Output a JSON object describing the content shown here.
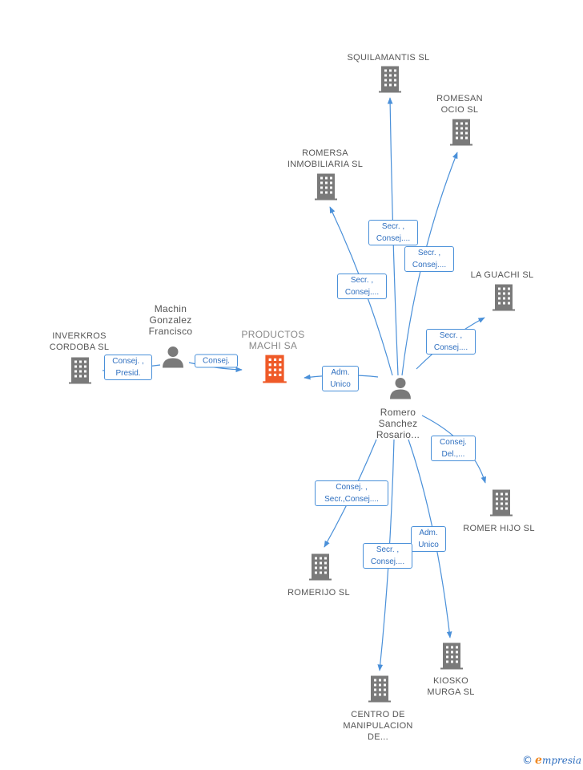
{
  "colors": {
    "building": "#7a7a7a",
    "main": "#ef5a28",
    "person": "#7a7a7a",
    "edge": "#4a90d9"
  },
  "nodes": {
    "squilamantis": "SQUILAMANTIS SL",
    "romesanocio": "ROMESAN\nOCIO SL",
    "romersa": "ROMERSA\nINMOBILIARIA SL",
    "laguachi": "LA GUACHI SL",
    "inverkros": "INVERKROS\nCORDOBA SL",
    "machin": "Machin\nGonzalez\nFrancisco",
    "productos": "PRODUCTOS\nMACHI SA",
    "romero": "Romero\nSanchez\nRosario...",
    "romerhijo": "ROMER HIJO SL",
    "romerijo": "ROMERIJO SL",
    "centro": "CENTRO DE\nMANIPULACION\nDE...",
    "kiosko": "KIOSKO\nMURGA SL"
  },
  "edges": {
    "inverkros": "Consej. ,\nPresid.",
    "productos_machin": "Consej.",
    "productos_romero": "Adm.\nUnico",
    "romersa": "Secr. ,\nConsej....",
    "squilamantis": "Secr. ,\nConsej....",
    "romesanocio": "Secr. ,\nConsej....",
    "laguachi": "Secr. ,\nConsej....",
    "romerhijo": "Consej.\nDel.,...",
    "romerijo": "Consej. ,\nSecr.,Consej....",
    "centro": "Secr. ,\nConsej....",
    "kiosko": "Adm.\nUnico"
  },
  "footer": {
    "copyright": "©",
    "brand_first": "e",
    "brand_rest": "mpresia"
  }
}
